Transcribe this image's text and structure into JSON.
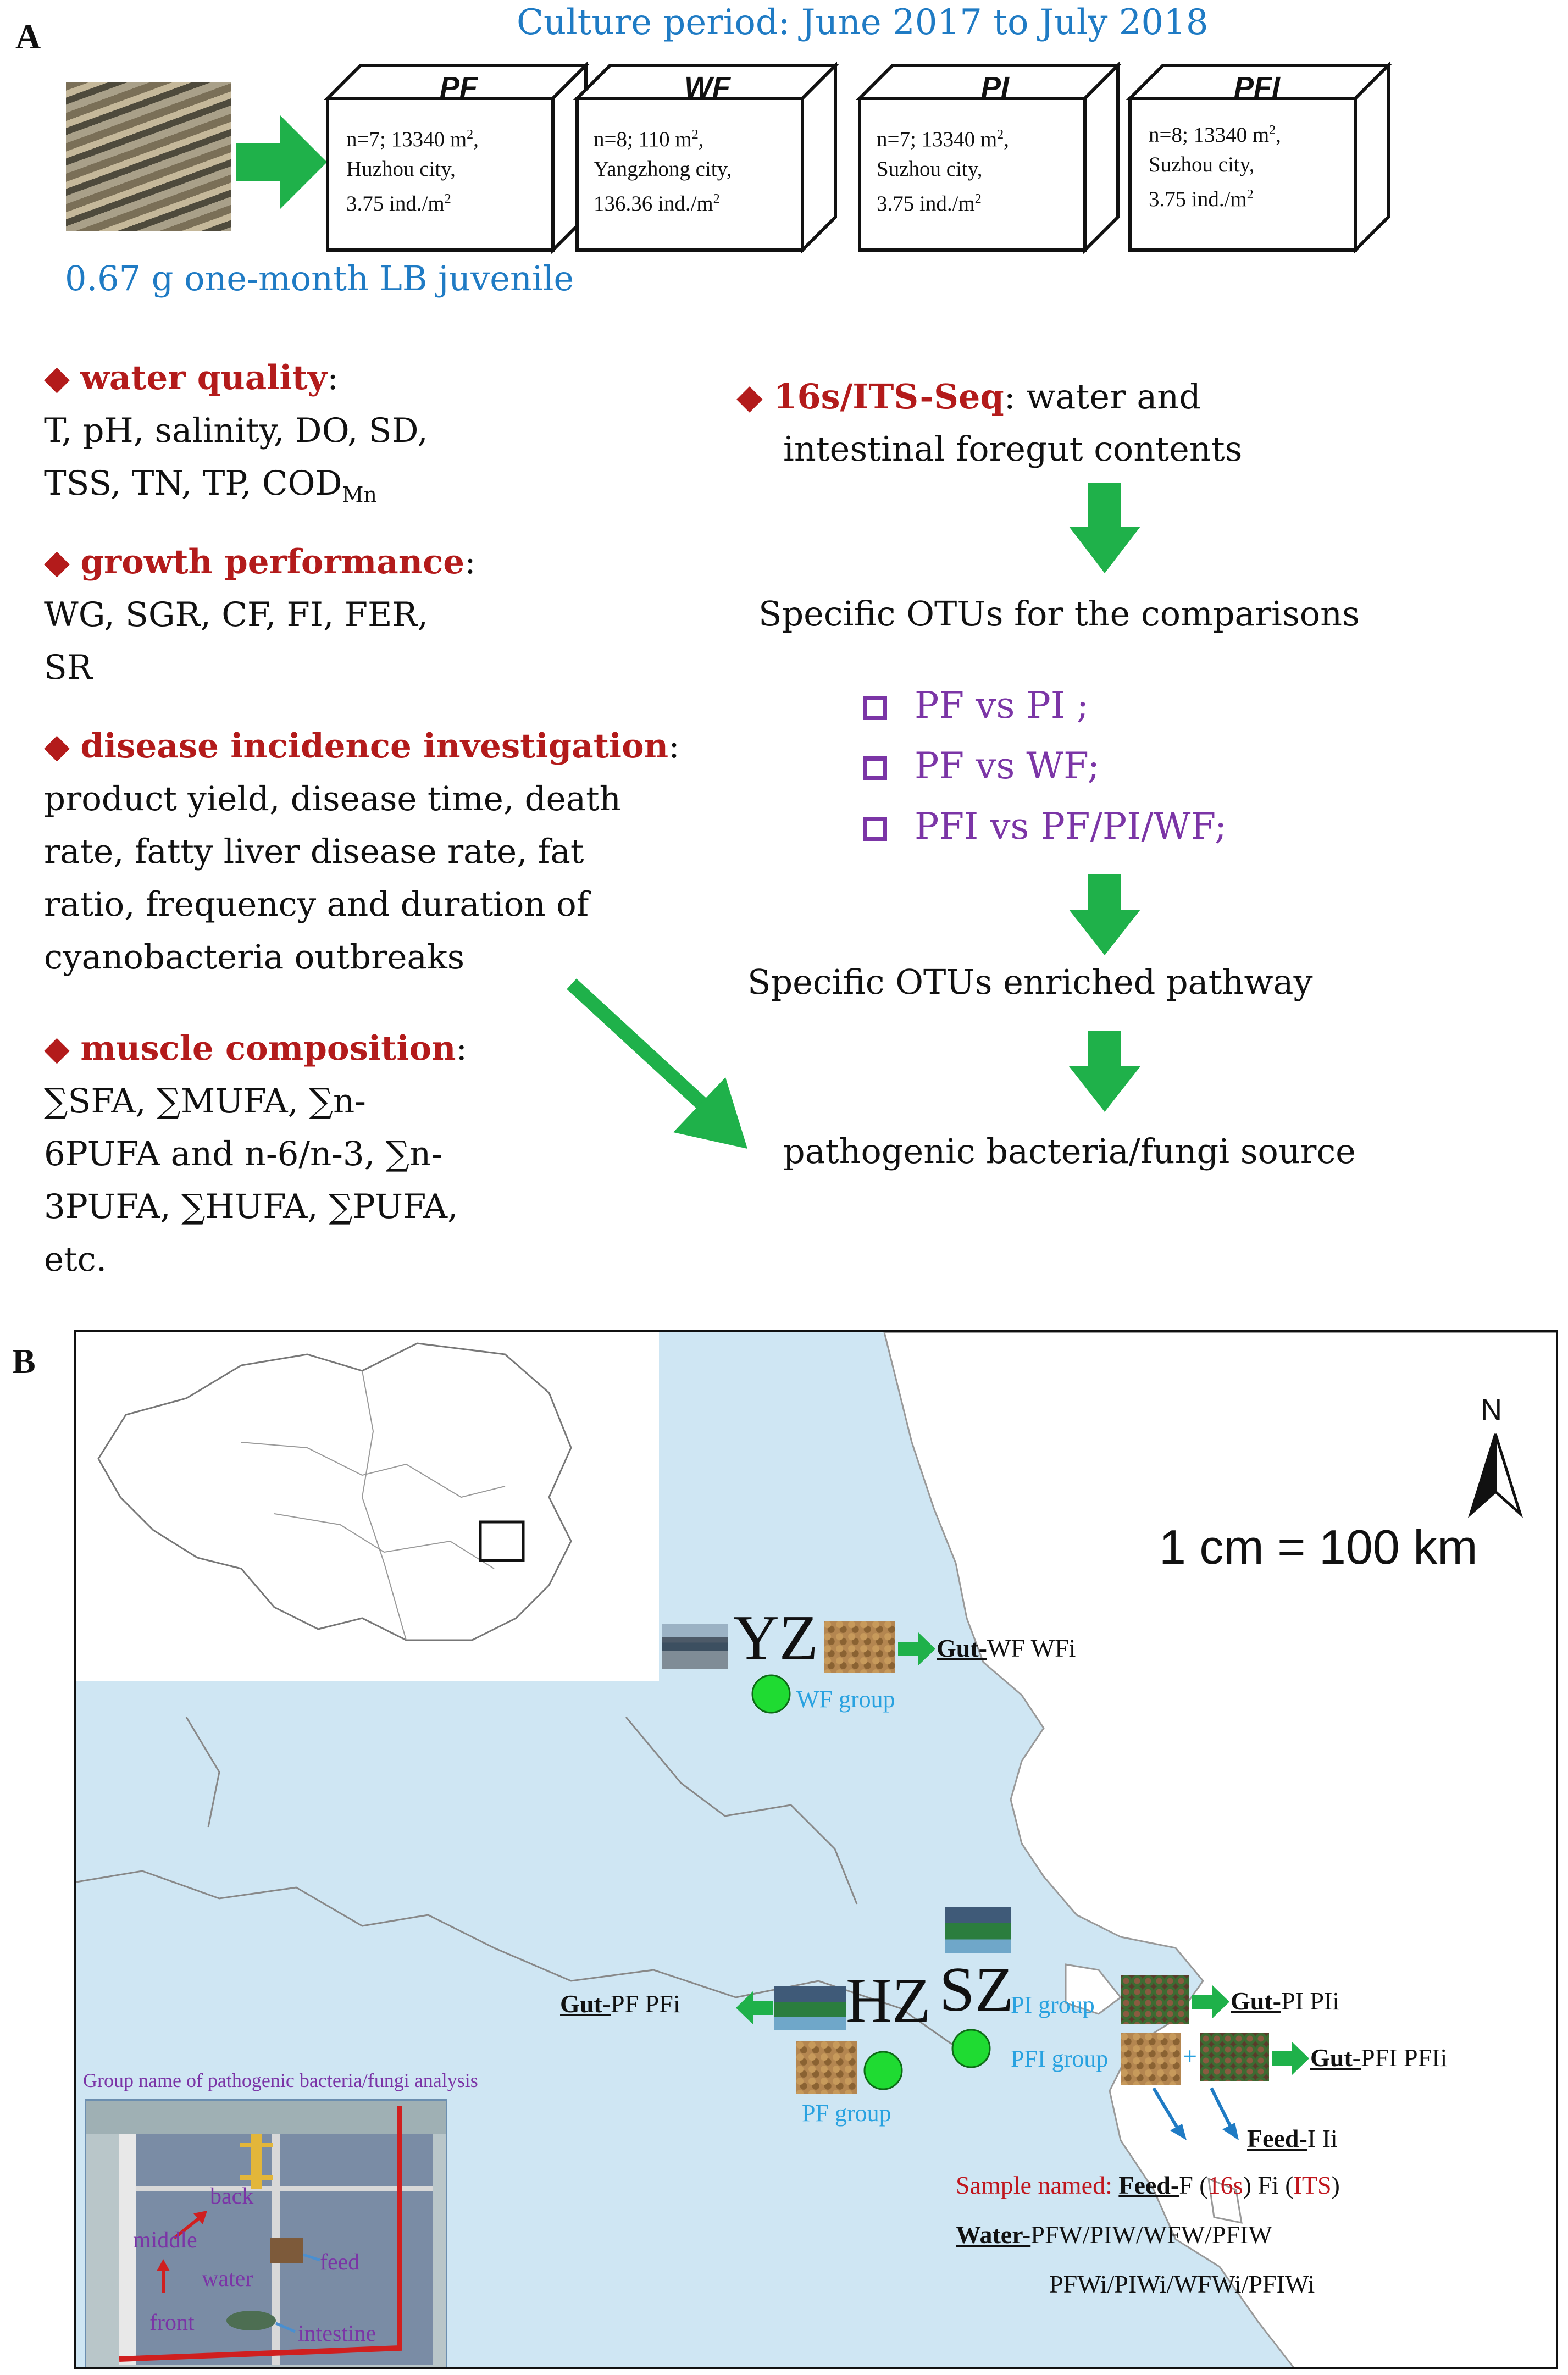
{
  "panelA": {
    "letter": "A",
    "culture_period": "Culture period: June 2017 to July 2018",
    "juvenile": "0.67 g one-month LB juvenile",
    "groups": [
      {
        "label": "PF",
        "line1": "n=7; 13340 m",
        "line2": "Huzhou city,",
        "line3": "3.75 ind./m"
      },
      {
        "label": "WF",
        "line1": "n=8; 110 m",
        "line2": "Yangzhong city,",
        "line3": "136.36 ind./m"
      },
      {
        "label": "PI",
        "line1": "n=7; 13340 m",
        "line2": "Suzhou city,",
        "line3": "3.75 ind./m"
      },
      {
        "label": "PFI",
        "line1": "n=8; 13340 m",
        "line2": "Suzhou city,",
        "line3": "3.75 ind./m"
      }
    ],
    "superscript": "2",
    "water_quality": {
      "head": "water quality",
      "line1": "T, pH, salinity, DO, SD,",
      "line2": "TSS, TN, TP, COD",
      "sub": "Mn"
    },
    "growth": {
      "head": "growth performance",
      "line1": "WG, SGR, CF, FI, FER,",
      "line2": "SR"
    },
    "disease": {
      "head": "disease incidence investigation",
      "lines": [
        "product yield, disease time, death",
        "rate, fatty liver disease rate, fat",
        "ratio, frequency and duration of",
        "cyanobacteria outbreaks"
      ]
    },
    "muscle": {
      "head": "muscle composition",
      "lines": [
        "∑SFA, ∑MUFA, ∑n-",
        "6PUFA and n-6/n-3, ∑n-",
        "3PUFA, ∑HUFA, ∑PUFA,",
        "etc."
      ]
    },
    "seq": {
      "head": "16s/ITS-Seq",
      "rest": ": water and",
      "line2": "intestinal foregut contents"
    },
    "specific_otus": "Specific OTUs for the comparisons",
    "comparisons": [
      "PF vs PI ;",
      "PF vs WF;",
      "PFI vs PF/PI/WF;"
    ],
    "pathway": "Specific OTUs enriched pathway",
    "source": "pathogenic bacteria/fungi source"
  },
  "panelB": {
    "letter": "B",
    "north": "N",
    "scale": "1 cm = 100 km",
    "sites": {
      "yz": "YZ",
      "hz": "HZ",
      "sz": "SZ"
    },
    "groups": {
      "wf": "WF group",
      "pf": "PF group",
      "pi": "PI group",
      "pfi": "PFI group"
    },
    "gut_prefix": "Gut-",
    "feed_prefix": "Feed-",
    "water_prefix": "Water-",
    "gut_wf": "WF  WFi",
    "gut_pf": "PF  PFi",
    "gut_pi": "PI  PIi",
    "gut_pfi": "PFI  PFIi",
    "plus": "+",
    "feed_i": "I  Ii",
    "sample_named": "Sample named: ",
    "feed_f": "F (",
    "s16": "16s",
    "fi": ") Fi (",
    "its": "ITS",
    "close": ")",
    "water_line1": "PFW/PIW/WFW/PFIW",
    "water_line2": "PFWi/PIWi/WFWi/PFIWi",
    "inset": {
      "title": "Group name of pathogenic bacteria/fungi analysis",
      "back": "back",
      "middle": "middle",
      "water": "water",
      "feed": "feed",
      "front": "front",
      "intestine": "intestine"
    }
  },
  "colors": {
    "arrow_green": "#1fb14a",
    "blue_text": "#1f7bc4",
    "red_head": "#b31b1b",
    "purple": "#7b35a6",
    "group_blue": "#29a2e0",
    "sea": "#cfe6f3"
  }
}
